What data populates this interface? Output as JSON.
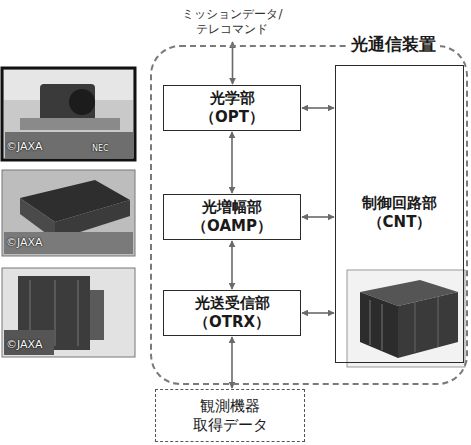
{
  "diagram": {
    "nodes": [
      {
        "text": [
          "ミッションデータ/ テレコマンド"
        ]
      },
      {
        "text": [
          "光通信装置"
        ]
      },
      {
        "text": [
          "光学部 （OPT）"
        ],
        "in": 1
      },
      {
        "text": [
          "光増幅部 （OAMP）"
        ],
        "in": 1
      },
      {
        "text": [
          "光送受信部 （OTRX）"
        ],
        "in": 1
      },
      {
        "text": [
          "制御回路部 （CNT）"
        ],
        "in": 1
      },
      {
        "text": [
          "観測機器 取得データ"
        ]
      }
    ],
    "edges": [
      {
        "from": 0,
        "to": 2,
        "arrow": "both"
      },
      {
        "from": 2,
        "to": 5,
        "arrow": "both"
      },
      {
        "from": 2,
        "to": 3,
        "arrow": "both"
      },
      {
        "from": 3,
        "to": 5,
        "arrow": "both"
      },
      {
        "from": 3,
        "to": 4,
        "arrow": "both"
      },
      {
        "from": 4,
        "to": 5,
        "arrow": "both"
      },
      {
        "from": 4,
        "to": 6,
        "arrow": "both"
      }
    ],
    "labels": [
      "©JAXA",
      "NEC",
      "©JAXA",
      "©JAXA"
    ]
  }
}
